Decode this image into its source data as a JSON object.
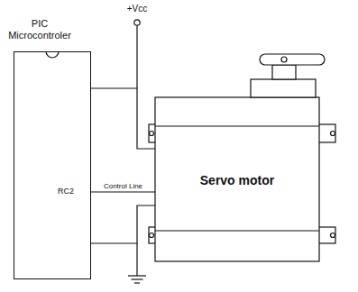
{
  "diagram": {
    "nodes": [
      {
        "text": [
          "PIC Microcontroler"
        ]
      },
      {
        "text": [
          "Servo motor"
        ]
      }
    ],
    "edges": [
      {
        "from": 0,
        "to": 1,
        "arrow": "none"
      },
      {
        "from": 0,
        "to": 1,
        "label": "Control Line",
        "arrow": "none"
      },
      {
        "from": 0,
        "to": 1,
        "arrow": "none"
      }
    ],
    "labels": [
      "+Vcc",
      "RC2"
    ]
  }
}
